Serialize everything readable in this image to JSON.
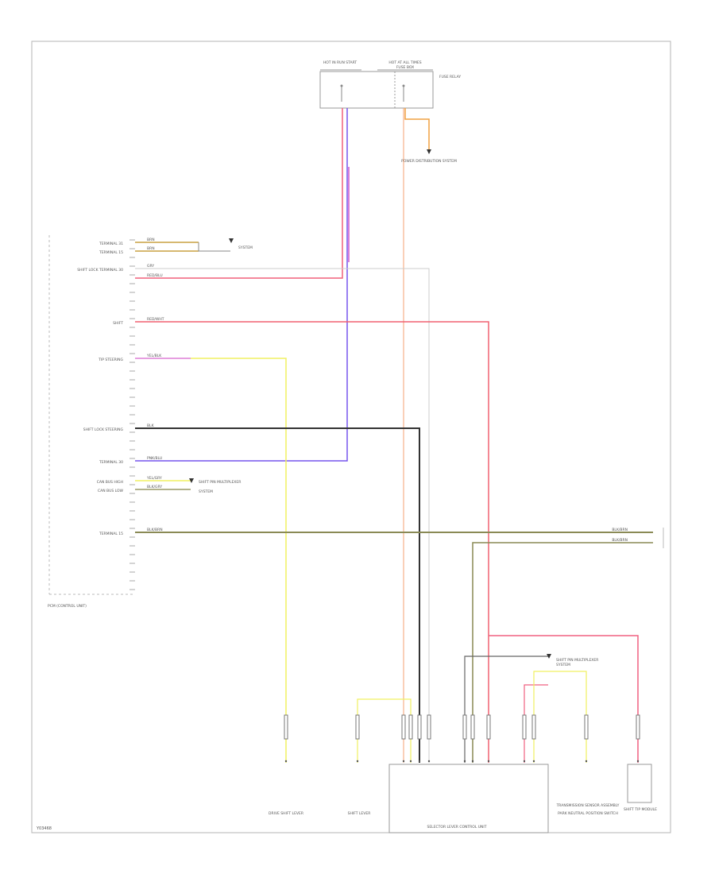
{
  "diagram_id": "Y03468",
  "top": {
    "fuse_left_label": "HOT IN RUN START",
    "fuse_right_label": "HOT AT ALL TIMES",
    "fuse_right_sub": "FUSE BOX",
    "fuse_box_right": "FUSE RELAY",
    "power_dist": "POWER DISTRIBUTION SYSTEM"
  },
  "ecm": {
    "title": "PCM (CONTROL UNIT)",
    "pin_labels": [
      "TERMINAL 31",
      "TERMINAL 15",
      "SHIFT LOCK TERMINAL 30",
      "SHIFT",
      "TIP STEERING",
      "SHIFT LOCK STEERING",
      "TERMINAL 30",
      "CAN BUS HIGH",
      "CAN BUS LOW",
      "TERMINAL 15"
    ],
    "wire_labels": [
      "BRN",
      "BRN",
      "GRY",
      "RED/BLU",
      "RED/WHT",
      "YEL/BLK",
      "BLK",
      "PNK/BLU",
      "YEL/GRY",
      "BLK/GRY",
      "BLK/BRN"
    ],
    "side_text": "SYSTEM"
  },
  "right_side": {
    "wire_labels": [
      "BLK/BRN",
      "BLK/BRN"
    ],
    "ref_a": "SHIFT PIN MULTIPLEXER",
    "ref_b": "SYSTEM"
  },
  "bottom": {
    "connector_a": "DRIVE SHIFT LEVER",
    "connector_b": "SHIFT LEVER",
    "selector_title": "SELECTOR LEVER CONTROL UNIT",
    "sensor_label": "TRANSMISSION SENSOR ASSEMBLY",
    "switch_label": "PARK NEUTRAL POSITION SWITCH",
    "shift_mod": "SHIFT TIP MODULE"
  }
}
